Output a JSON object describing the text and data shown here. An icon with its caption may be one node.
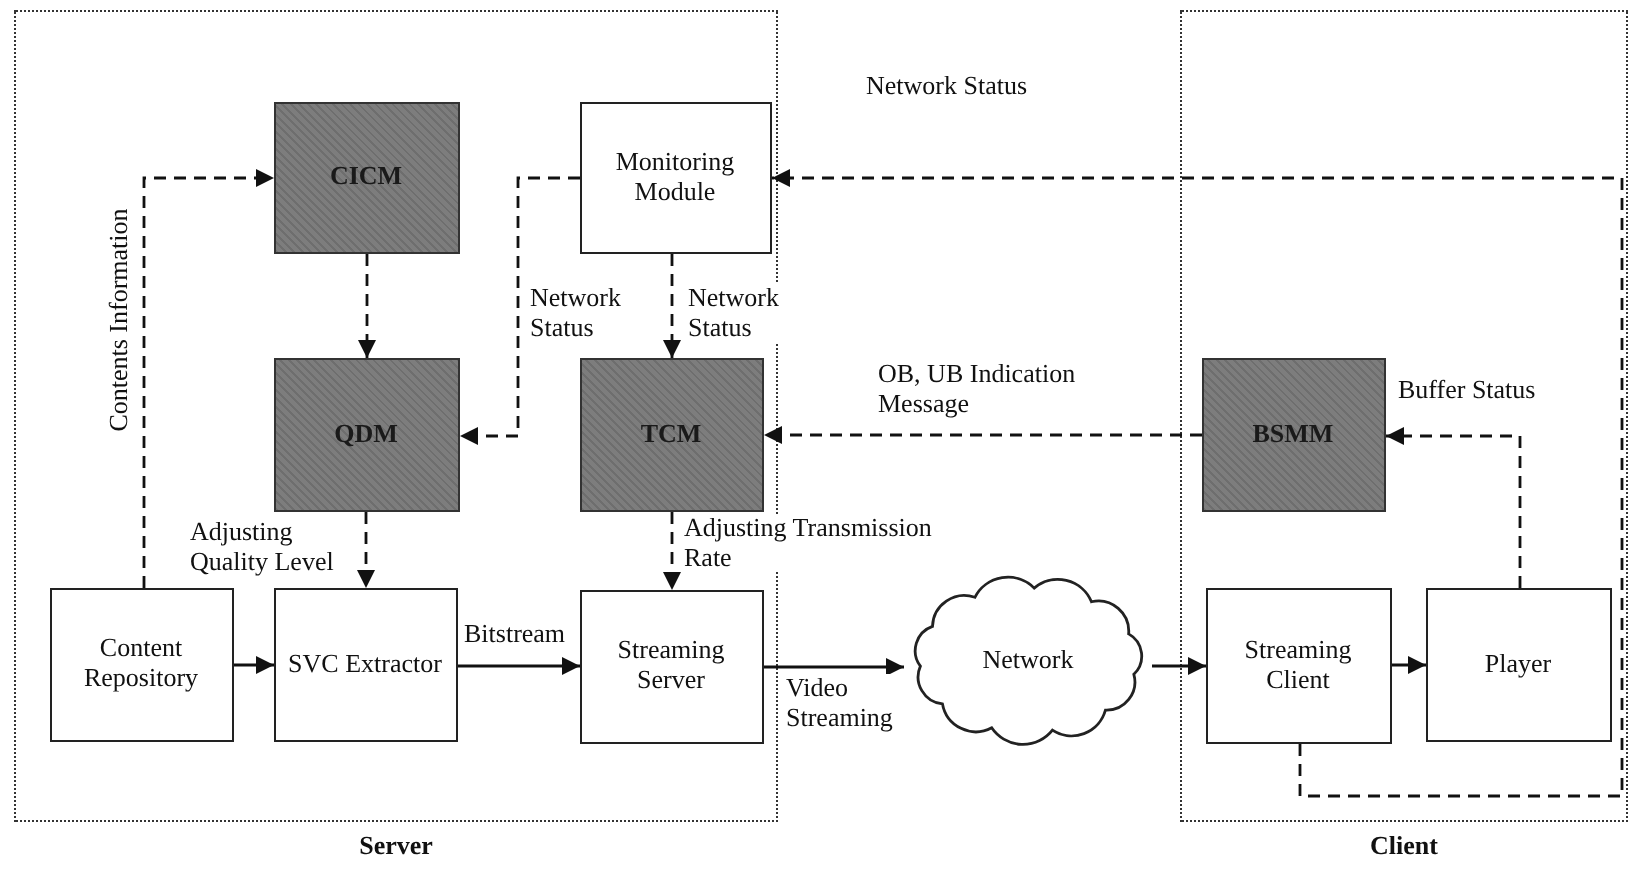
{
  "diagram": {
    "nodes": [
      {
        "text": [
          "Server"
        ]
      },
      {
        "text": [
          "CICM"
        ],
        "in": 0
      },
      {
        "text": [
          "Monitoring Module"
        ],
        "in": 0
      },
      {
        "text": [
          "QDM"
        ],
        "in": 0
      },
      {
        "text": [
          "TCM"
        ],
        "in": 0
      },
      {
        "text": [
          "Content Repository"
        ],
        "in": 0
      },
      {
        "text": [
          "SVC Extractor"
        ],
        "in": 0
      },
      {
        "text": [
          "Streaming Server"
        ],
        "in": 0
      },
      {
        "text": [
          "Network"
        ]
      },
      {
        "text": [
          "Client"
        ]
      },
      {
        "text": [
          "BSMM"
        ],
        "in": 9
      },
      {
        "text": [
          "Streaming Client"
        ],
        "in": 9
      },
      {
        "text": [
          "Player"
        ],
        "in": 9
      }
    ],
    "edges": [
      {
        "from": 5,
        "to": 6,
        "arrow": "to"
      },
      {
        "from": 6,
        "to": 7,
        "arrow": "to",
        "label": "Bitstream"
      },
      {
        "from": 7,
        "to": 8,
        "arrow": "to",
        "label": "Video Streaming"
      },
      {
        "from": 8,
        "to": 11,
        "arrow": "to"
      },
      {
        "from": 11,
        "to": 12,
        "arrow": "to"
      },
      {
        "from": 5,
        "to": 1,
        "arrow": "to",
        "label": "Contents Information",
        "style": "dashed"
      },
      {
        "from": 1,
        "to": 3,
        "arrow": "to",
        "style": "dashed"
      },
      {
        "from": 2,
        "to": 3,
        "arrow": "to",
        "label": "Network Status",
        "style": "dashed"
      },
      {
        "from": 2,
        "to": 4,
        "arrow": "to",
        "label": "Network Status",
        "style": "dashed"
      },
      {
        "from": 3,
        "to": 6,
        "arrow": "to",
        "label": "Adjusting Quality Level",
        "style": "dashed"
      },
      {
        "from": 4,
        "to": 7,
        "arrow": "to",
        "label": "Adjusting Transmission Rate",
        "style": "dashed"
      },
      {
        "from": 10,
        "to": 4,
        "arrow": "to",
        "label": "OB, UB Indication Message",
        "style": "dashed"
      },
      {
        "from": 12,
        "to": 10,
        "arrow": "to",
        "label": "Buffer Status",
        "style": "dashed"
      },
      {
        "from": 11,
        "to": 2,
        "arrow": "to",
        "label": "Network Status",
        "style": "dashed"
      }
    ]
  }
}
